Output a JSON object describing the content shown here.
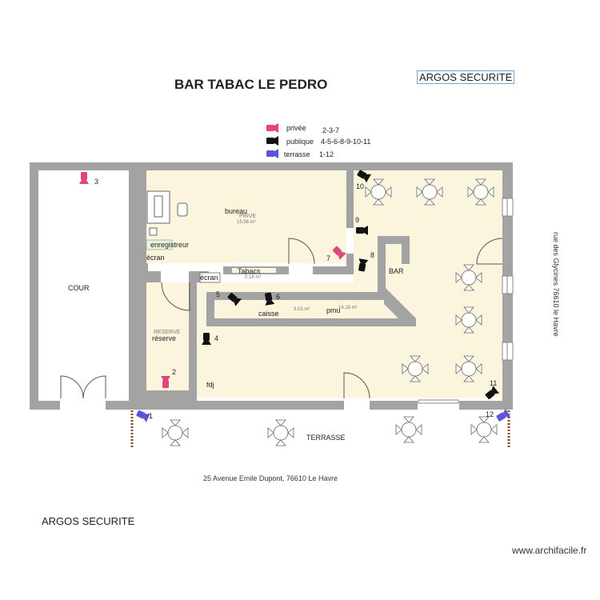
{
  "header": {
    "title": "BAR TABAC LE PEDRO",
    "brand_top": "ARGOS SECURITE",
    "brand_bottom": "ARGOS SECURITE",
    "watermark": "www.archifacile.fr"
  },
  "legend": [
    {
      "label": "privée",
      "cameras": "2-3-7",
      "color": "#e0457b"
    },
    {
      "label": "publique",
      "cameras": "4-5-6-8-9-10-11",
      "color": "#111111"
    },
    {
      "label": "terrasse",
      "cameras": "1-12",
      "color": "#5a55d6"
    }
  ],
  "rooms": {
    "cour": "COUR",
    "bureau": "bureau",
    "prive": "PRIVE",
    "prive_area": "15.56 m²",
    "enregistreur": "enregistreur",
    "ecran1": "écran",
    "ecran2": "écran",
    "tabacs": "Tabacs",
    "tabacs_area": "0.18 m²",
    "reserve_upper": "RESERVE",
    "reserve": "réserve",
    "fdj": "fdj",
    "caisse": "caisse",
    "pmu": "pmu",
    "pmu_area": "3.03 m²",
    "bar_area": "14.18 m²",
    "bar": "BAR",
    "terrasse": "TERRASSE"
  },
  "cameras": {
    "c1": "1",
    "c2": "2",
    "c3": "3",
    "c4": "4",
    "c5": "5",
    "c6": "6",
    "c7": "7",
    "c8": "8",
    "c9": "9",
    "c10": "10",
    "c11": "11",
    "c12": "12"
  },
  "address": "25 Avenue Emile Dupont, 76610 Le Havre",
  "street": "rue des Glycines 76610 le Havre",
  "colors": {
    "wall": "#a3a3a3",
    "floor": "#fbf5dd",
    "private_cam": "#e0457b",
    "public_cam": "#111111",
    "terrace_cam": "#5a55d6",
    "terrace_edge": "#8b4a2b"
  }
}
